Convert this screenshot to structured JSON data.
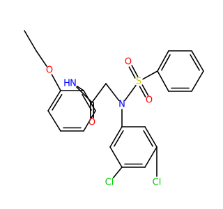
{
  "molecule": {
    "atoms": [
      {
        "id": "C1",
        "element": "C"
      },
      {
        "id": "C2",
        "element": "C"
      },
      {
        "id": "O1",
        "element": "O",
        "label": "O"
      },
      {
        "id": "C3",
        "element": "C"
      },
      {
        "id": "C4",
        "element": "C"
      },
      {
        "id": "C5",
        "element": "C"
      },
      {
        "id": "C6",
        "element": "C"
      },
      {
        "id": "C7",
        "element": "C"
      },
      {
        "id": "C8",
        "element": "C"
      },
      {
        "id": "N1",
        "element": "N",
        "label": "N"
      },
      {
        "id": "H1",
        "element": "H",
        "label": "H"
      },
      {
        "id": "C9",
        "element": "C"
      },
      {
        "id": "O2",
        "element": "O",
        "label": "O"
      },
      {
        "id": "C10",
        "element": "C"
      },
      {
        "id": "N2",
        "element": "N",
        "label": "N"
      },
      {
        "id": "S1",
        "element": "S",
        "label": "S"
      },
      {
        "id": "O3",
        "element": "O",
        "label": "O"
      },
      {
        "id": "O4",
        "element": "O",
        "label": "O"
      },
      {
        "id": "C11",
        "element": "C"
      },
      {
        "id": "C12",
        "element": "C"
      },
      {
        "id": "C13",
        "element": "C"
      },
      {
        "id": "C14",
        "element": "C"
      },
      {
        "id": "C15",
        "element": "C"
      },
      {
        "id": "C16",
        "element": "C"
      },
      {
        "id": "C17",
        "element": "C"
      },
      {
        "id": "C18",
        "element": "C"
      },
      {
        "id": "C19",
        "element": "C"
      },
      {
        "id": "Cl1",
        "element": "Cl",
        "label": "Cl"
      },
      {
        "id": "C20",
        "element": "C"
      },
      {
        "id": "C21",
        "element": "C"
      },
      {
        "id": "Cl2",
        "element": "Cl",
        "label": "Cl"
      },
      {
        "id": "C22",
        "element": "C"
      }
    ],
    "bonds": [
      {
        "from": "C1",
        "to": "C2",
        "order": 1
      },
      {
        "from": "C2",
        "to": "O1",
        "order": 1
      },
      {
        "from": "O1",
        "to": "C3",
        "order": 1
      },
      {
        "from": "C3",
        "to": "C4",
        "order": 2
      },
      {
        "from": "C4",
        "to": "C5",
        "order": 1
      },
      {
        "from": "C5",
        "to": "C6",
        "order": 2
      },
      {
        "from": "C6",
        "to": "C7",
        "order": 1
      },
      {
        "from": "C7",
        "to": "C8",
        "order": 2
      },
      {
        "from": "C8",
        "to": "C3",
        "order": 1
      },
      {
        "from": "C8",
        "to": "N1",
        "order": 1
      },
      {
        "from": "N1",
        "to": "C9",
        "order": 1
      },
      {
        "from": "C9",
        "to": "O2",
        "order": 2
      },
      {
        "from": "C9",
        "to": "C10",
        "order": 1
      },
      {
        "from": "C10",
        "to": "N2",
        "order": 1
      },
      {
        "from": "N2",
        "to": "S1",
        "order": 1
      },
      {
        "from": "S1",
        "to": "O3",
        "order": 2
      },
      {
        "from": "S1",
        "to": "O4",
        "order": 2
      },
      {
        "from": "S1",
        "to": "C11",
        "order": 1
      },
      {
        "from": "C11",
        "to": "C12",
        "order": 2
      },
      {
        "from": "C12",
        "to": "C13",
        "order": 1
      },
      {
        "from": "C13",
        "to": "C14",
        "order": 2
      },
      {
        "from": "C14",
        "to": "C15",
        "order": 1
      },
      {
        "from": "C15",
        "to": "C16",
        "order": 2
      },
      {
        "from": "C16",
        "to": "C11",
        "order": 1
      },
      {
        "from": "N2",
        "to": "C17",
        "order": 1
      },
      {
        "from": "C17",
        "to": "C18",
        "order": 2
      },
      {
        "from": "C18",
        "to": "C19",
        "order": 1
      },
      {
        "from": "C19",
        "to": "Cl1",
        "order": 1
      },
      {
        "from": "C19",
        "to": "C20",
        "order": 2
      },
      {
        "from": "C20",
        "to": "C21",
        "order": 1
      },
      {
        "from": "C21",
        "to": "Cl2",
        "order": 1
      },
      {
        "from": "C21",
        "to": "C22",
        "order": 2
      },
      {
        "from": "C22",
        "to": "C17",
        "order": 1
      }
    ],
    "colors": {
      "bond": "#000000",
      "C": "#000000",
      "N": "#0000ff",
      "H": "#0000ff",
      "O": "#ff0000",
      "S": "#cccc00",
      "Cl": "#00cc00"
    }
  }
}
